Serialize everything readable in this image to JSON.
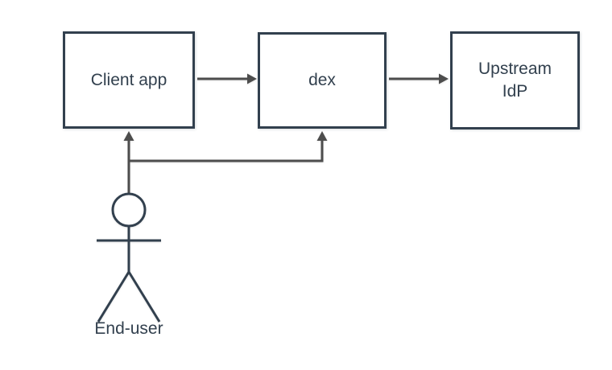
{
  "diagram": {
    "colors": {
      "shape_stroke": "#32404e",
      "connector": "#4d4d4d",
      "text": "#32404e",
      "fill": "#ffffff",
      "background": "#ffffff"
    },
    "nodes": [
      {
        "id": "client-app",
        "shape": "rectangle",
        "label": "Client app"
      },
      {
        "id": "dex",
        "shape": "rectangle",
        "label": "dex"
      },
      {
        "id": "upstream-idp",
        "shape": "rectangle",
        "lines": [
          "Upstream",
          "IdP"
        ]
      },
      {
        "id": "end-user",
        "shape": "actor",
        "label": "End-user"
      }
    ],
    "edges": [
      {
        "from": "client-app",
        "to": "dex",
        "style": "solid",
        "arrow": "filled-triangle"
      },
      {
        "from": "dex",
        "to": "upstream-idp",
        "style": "solid",
        "arrow": "filled-triangle"
      },
      {
        "from": "end-user",
        "to": "client-app",
        "style": "solid",
        "arrow": "filled-triangle"
      },
      {
        "from": "end-user",
        "to": "dex",
        "style": "solid",
        "arrow": "filled-triangle"
      }
    ]
  }
}
